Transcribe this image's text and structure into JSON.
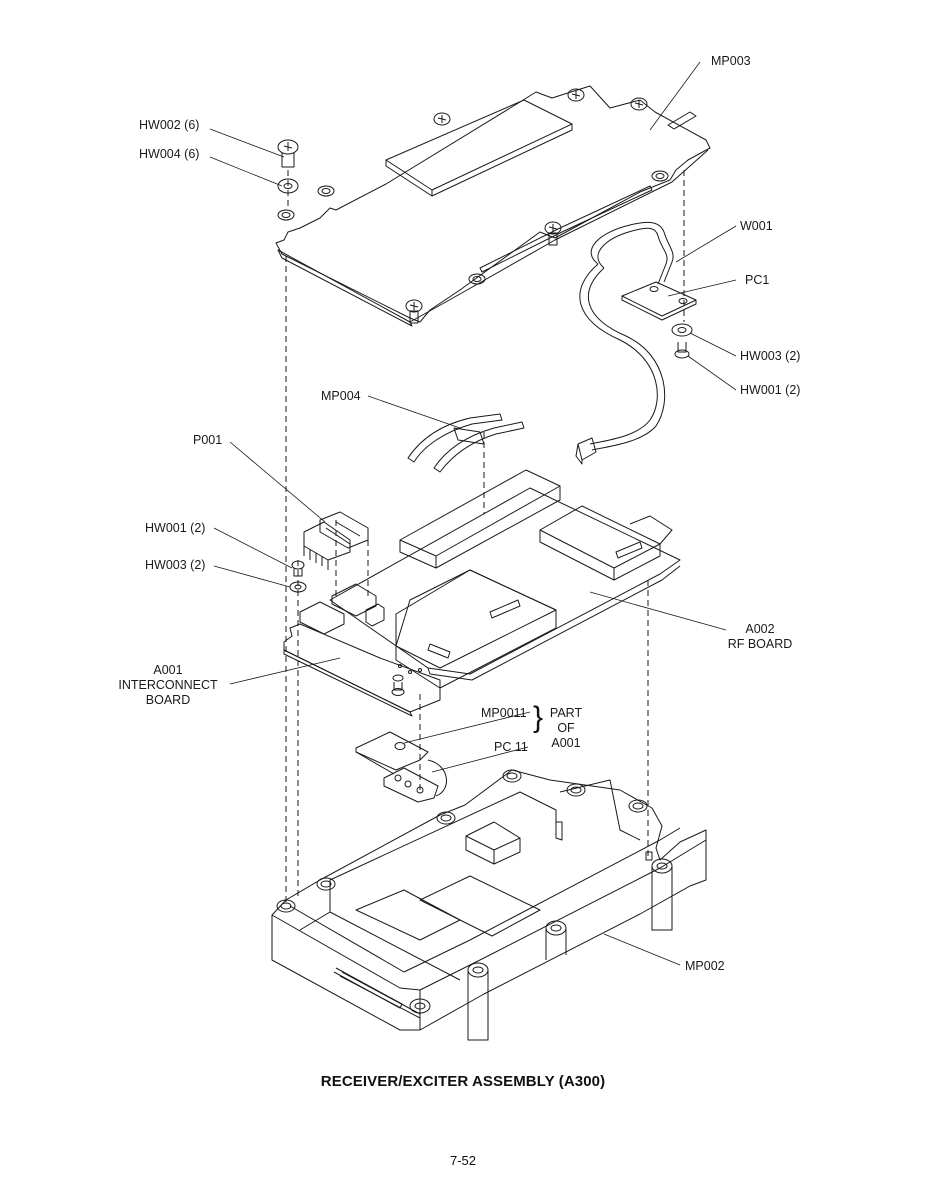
{
  "figure": {
    "title": "RECEIVER/EXCITER ASSEMBLY (A300)",
    "page_number": "7-52"
  },
  "callouts": {
    "mp003": "MP003",
    "hw002": "HW002 (6)",
    "hw004": "HW004 (6)",
    "w001": "W001",
    "pc1": "PC1",
    "hw003_right": "HW003 (2)",
    "hw001_right": "HW001 (2)",
    "mp004": "MP004",
    "p001": "P001",
    "hw001_left": "HW001 (2)",
    "hw003_left": "HW003 (2)",
    "a002_line1": "A002",
    "a002_line2": "RF BOARD",
    "a001_line1": "A001",
    "a001_line2": "INTERCONNECT",
    "a001_line3": "BOARD",
    "mp0011": "MP0011",
    "pc11": "PC 11",
    "part_of_line1": "PART",
    "part_of_line2": "OF",
    "part_of_line3": "A001",
    "mp002": "MP002"
  },
  "colors": {
    "line": "#1a1a1a",
    "background": "#ffffff"
  }
}
